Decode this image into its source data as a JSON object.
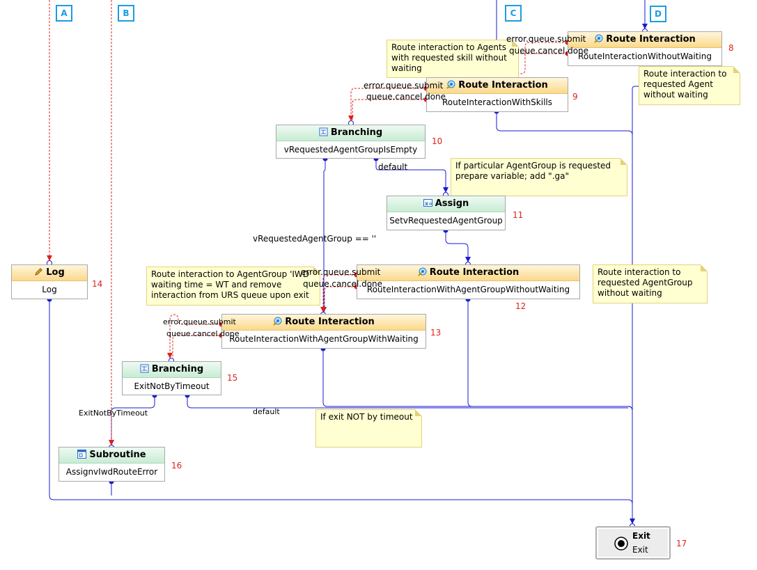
{
  "anchors": [
    "A",
    "B",
    "C",
    "D"
  ],
  "nodes": {
    "route8": {
      "title": "Route Interaction",
      "body": "RouteInteractionWithoutWaiting",
      "num": "8"
    },
    "route9": {
      "title": "Route Interaction",
      "body": "RouteInteractionWithSkills",
      "num": "9"
    },
    "branch10": {
      "title": "Branching",
      "body": "vRequestedAgentGroupIsEmpty",
      "num": "10"
    },
    "assign11": {
      "title": "Assign",
      "body": "SetvRequestedAgentGroup",
      "num": "11"
    },
    "route12": {
      "title": "Route Interaction",
      "body": "RouteInteractionWithAgentGroupWithoutWaiting",
      "num": "12"
    },
    "route13": {
      "title": "Route Interaction",
      "body": "RouteInteractionWithAgentGroupWithWaiting",
      "num": "13"
    },
    "log14": {
      "title": "Log",
      "body": "Log",
      "num": "14"
    },
    "branch15": {
      "title": "Branching",
      "body": "ExitNotByTimeout",
      "num": "15"
    },
    "sub16": {
      "title": "Subroutine",
      "body": "AssignvIwdRouteError",
      "num": "16"
    },
    "exit17": {
      "title": "Exit",
      "body": "Exit",
      "num": "17"
    }
  },
  "notes": {
    "n1": "Route interaction to Agents with requested skill without waiting",
    "n2": "Route interaction to requested Agent without waiting",
    "n3": "If particular AgentGroup is requested prepare variable; add \".ga\"",
    "n4": "Route interaction to AgentGroup 'IWD' waiting time = WT and remove interaction from URS queue upon exit",
    "n5": "Route interaction to requested AgentGroup without waiting",
    "n6": "If exit NOT by timeout"
  },
  "ports": {
    "error_submit": "error.queue.submit",
    "cancel_done": "queue.cancel.done"
  },
  "labels": {
    "default": "default",
    "vreq_empty": "vRequestedAgentGroup == ''",
    "exit_not_by_timeout": "ExitNotByTimeout"
  },
  "colors": {
    "flow": "#1a1ad6",
    "error": "#e0201a",
    "anchor": "#1e9be0",
    "number": "#e0201a"
  }
}
